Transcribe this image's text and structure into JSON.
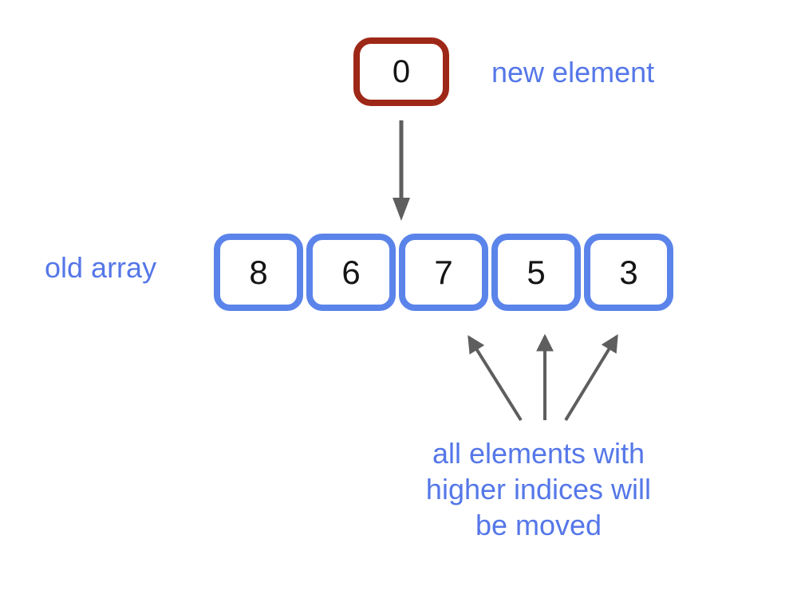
{
  "diagram": {
    "new_element": {
      "value": "0",
      "label": "new element"
    },
    "old_array": {
      "label": "old array",
      "values": [
        "8",
        "6",
        "7",
        "5",
        "3"
      ]
    },
    "caption": "all elements with\nhigher indices will\nbe moved",
    "colors": {
      "new_element_border": "#9e2817",
      "array_border": "#5b84ea",
      "label_text": "#5577e8",
      "arrow": "#5e5e5e",
      "value_text": "#141414",
      "background": "#ffffff"
    }
  }
}
